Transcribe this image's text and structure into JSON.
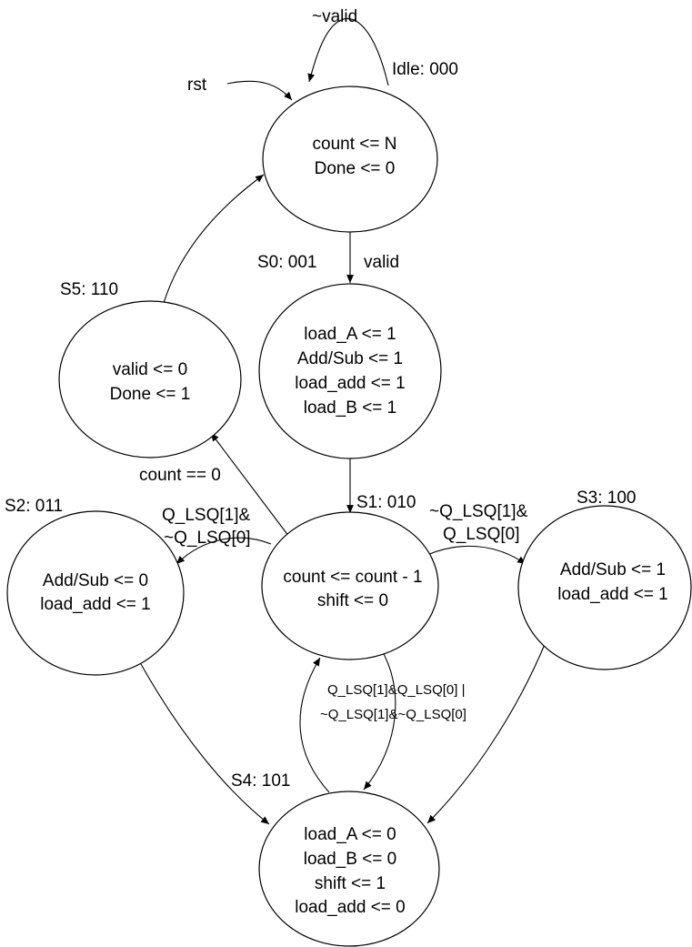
{
  "states": {
    "idle": {
      "name": "Idle: 000",
      "actions": [
        "count <= N",
        "Done <= 0"
      ]
    },
    "s0": {
      "name": "S0: 001",
      "actions": [
        "load_A <= 1",
        "Add/Sub <= 1",
        "load_add <= 1",
        "load_B <= 1"
      ]
    },
    "s1": {
      "name": "S1: 010",
      "actions": [
        "count <= count - 1",
        "shift <= 0"
      ]
    },
    "s2": {
      "name": "S2: 011",
      "actions": [
        "Add/Sub <= 0",
        "load_add <= 1"
      ]
    },
    "s3": {
      "name": "S3: 100",
      "actions": [
        "Add/Sub <= 1",
        "load_add <= 1"
      ]
    },
    "s4": {
      "name": "S4: 101",
      "actions": [
        "load_A <= 0",
        "load_B <= 0",
        "shift <= 1",
        "load_add <= 0"
      ]
    },
    "s5": {
      "name": "S5: 110",
      "actions": [
        "valid <= 0",
        "Done <= 1"
      ]
    }
  },
  "transitions": {
    "reset": "rst",
    "idle_self": "~valid",
    "idle_to_s0": "valid",
    "s1_to_s5": "count == 0",
    "s1_to_s2": [
      "Q_LSQ[1]&",
      "~Q_LSQ[0]"
    ],
    "s1_to_s3": [
      "~Q_LSQ[1]&",
      "Q_LSQ[0]"
    ],
    "s1_to_s4": [
      "Q_LSQ[1]&Q_LSQ[0] |",
      "~Q_LSQ[1]&~Q_LSQ[0]"
    ]
  }
}
